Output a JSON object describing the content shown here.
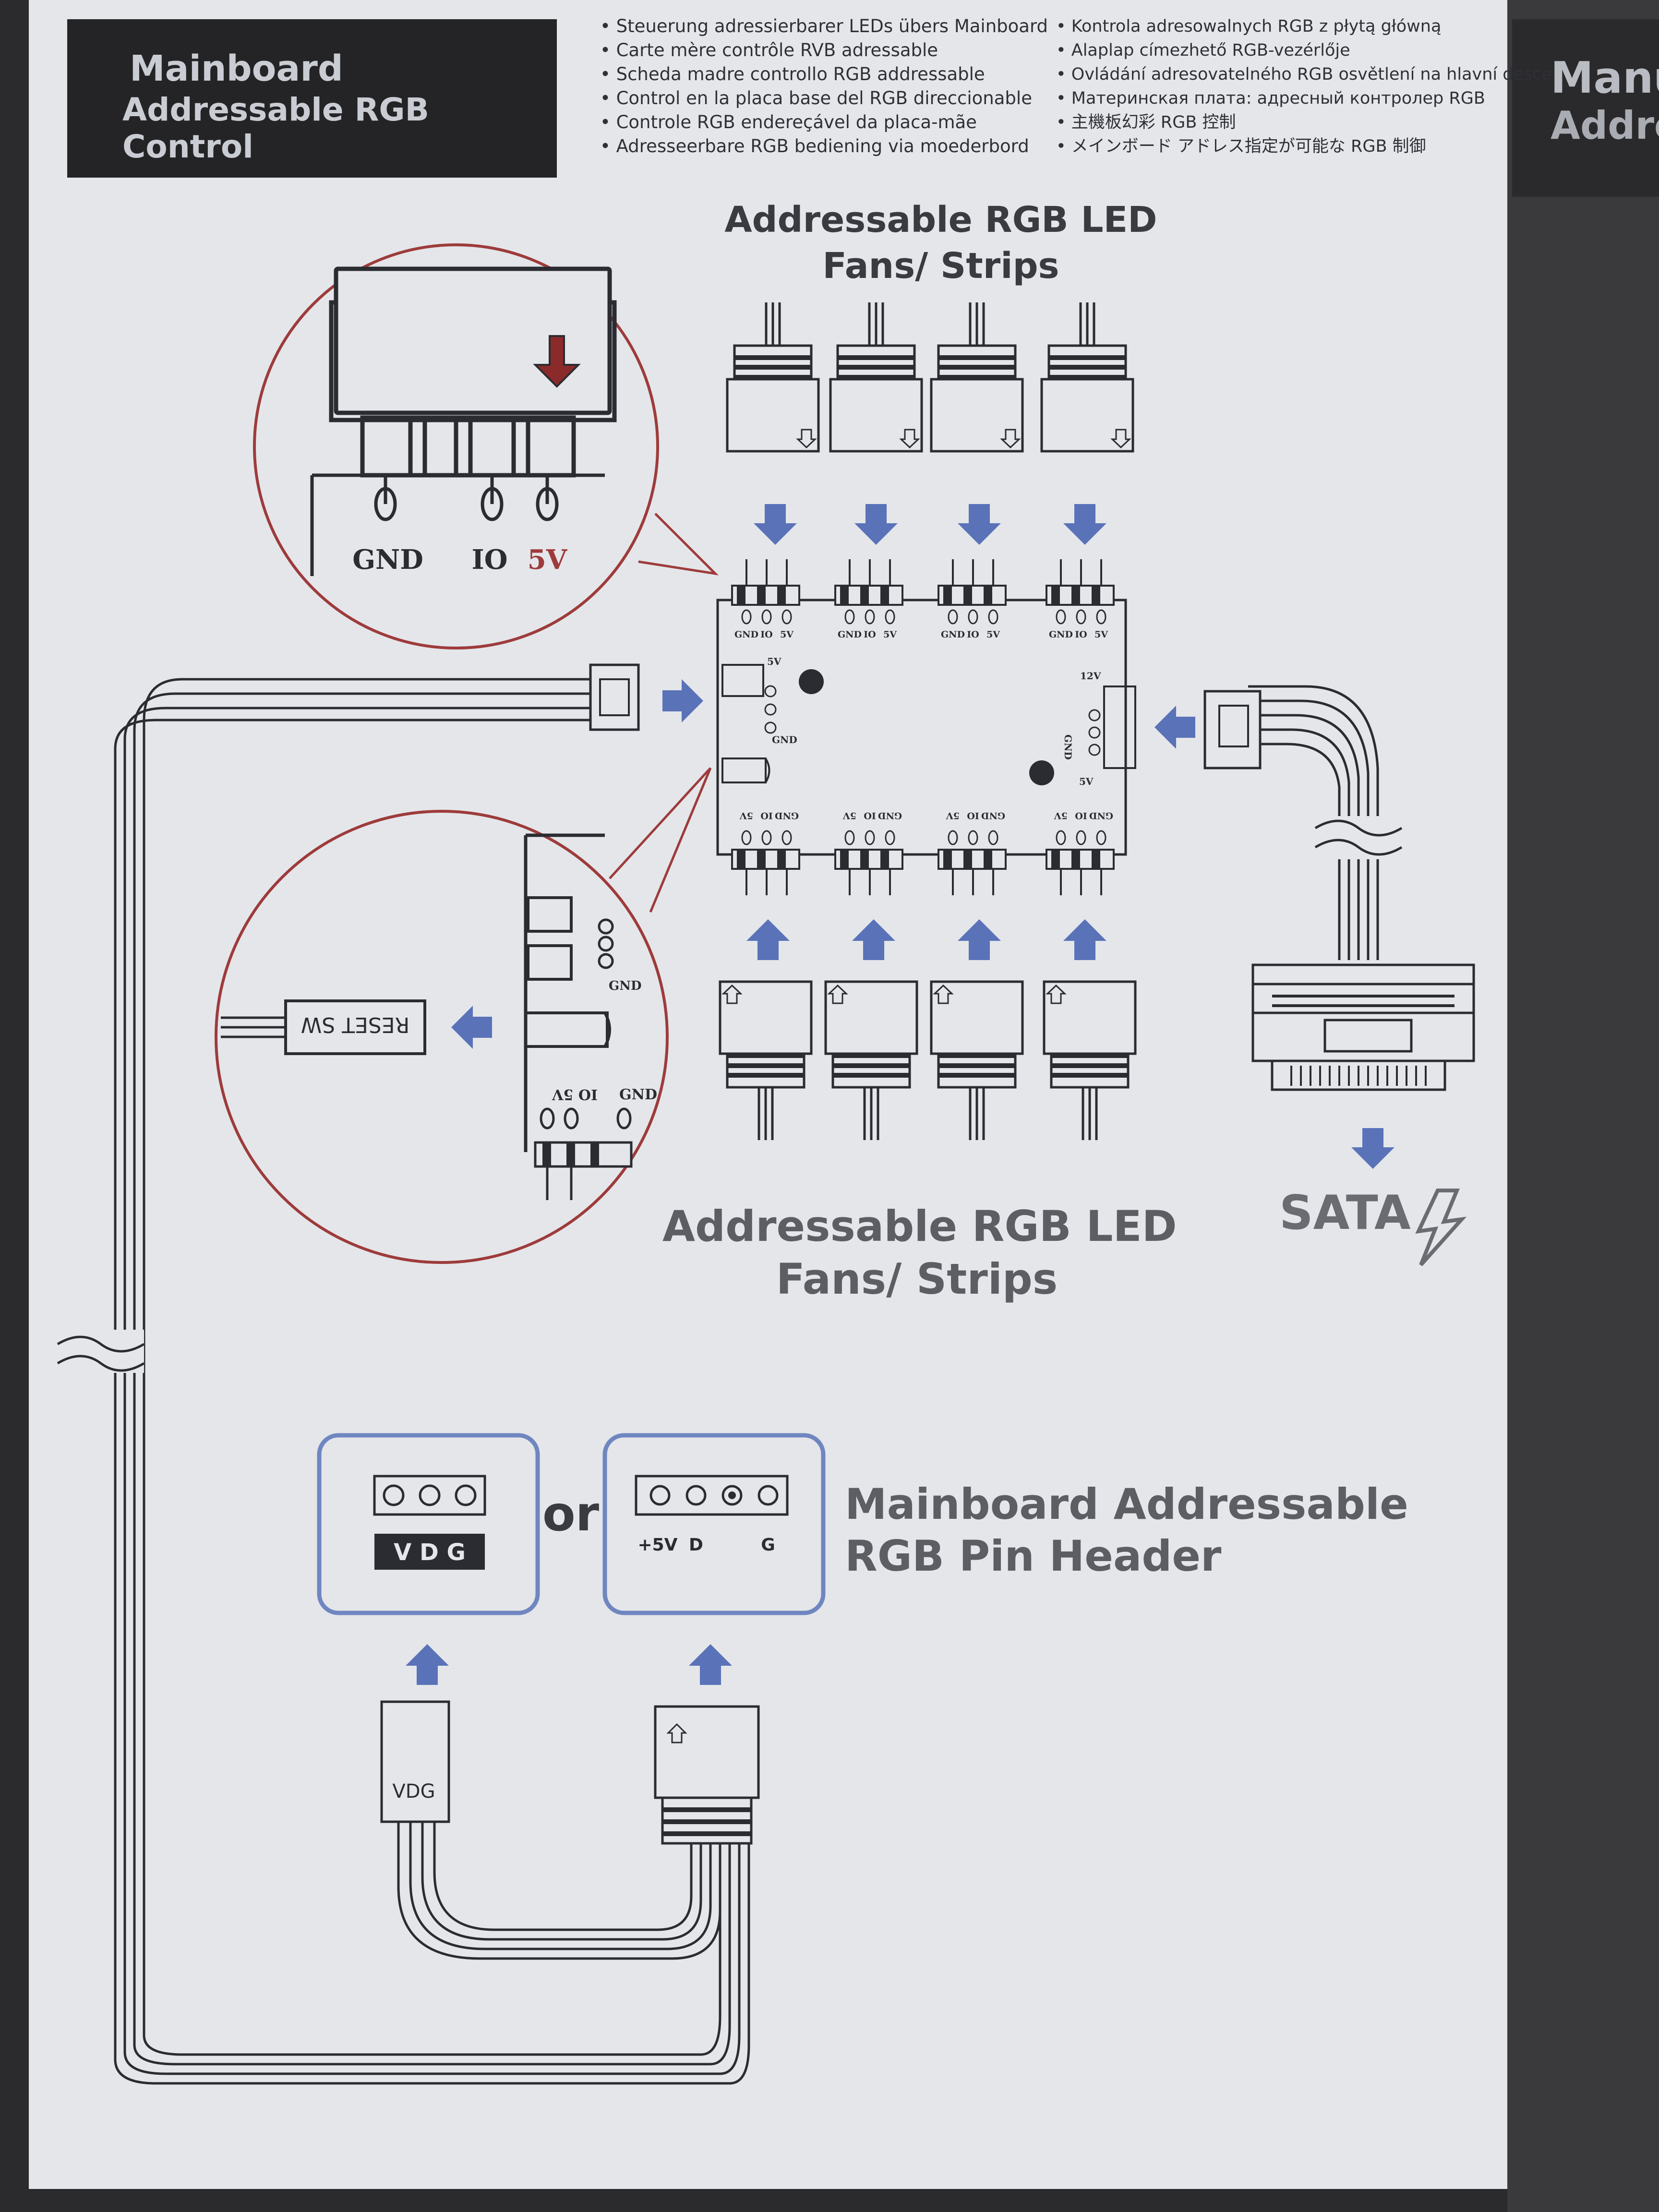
{
  "header": {
    "title_line1": "Mainboard",
    "title_line2": "Addressable RGB Control",
    "languages_left": [
      "• Steuerung adressierbarer LEDs übers Mainboard",
      "• Carte mère contrôle RVB adressable",
      "• Scheda madre controllo RGB addressable",
      "• Control en la placa base del RGB direccionable",
      "• Controle RGB endereçável da placa-mãe",
      "• Adresseerbare RGB bediening via moederbord"
    ],
    "languages_right": [
      "• Kontrola adresowalnych RGB z płytą główną",
      "• Alaplap címezhető RGB-vezérlője",
      "• Ovládání adresovatelného RGB osvětlení na hlavní desce",
      "• Материнская плата: адресный контролер RGB",
      "• 主機板幻彩 RGB 控制",
      "• メインボード アドレス指定が可能な RGB 制御"
    ]
  },
  "right_page": {
    "title_line1": "Manu",
    "title_line2": "Addres"
  },
  "labels": {
    "top_title_line1": "Addressable RGB LED",
    "top_title_line2": "Fans/ Strips",
    "bottom_title_line1": "Addressable RGB LED",
    "bottom_title_line2": "Fans/ Strips",
    "sata": "SATA",
    "or": "or",
    "mainboard_header_line1": "Mainboard Addressable",
    "mainboard_header_line2": "RGB Pin Header",
    "zoom_gnd": "GND",
    "zoom_io": "IO",
    "zoom_5v": "5V",
    "reset_sw": "RESET SW",
    "pin_gnd": "GND",
    "pin_io": "IO",
    "pin_5v": "5V",
    "hub_5v": "5V",
    "hub_12v": "12V",
    "hub_gnd": "GND",
    "vdg": "V D G",
    "vdg_cable": "VDG",
    "plus5v": "+5V",
    "d": "D",
    "g": "G"
  },
  "colors": {
    "arrow_blue": "#5a72b8",
    "zoom_red": "#9e3b3b",
    "header_blue": "#6f86c0",
    "paper": "#e4e6ea",
    "ink": "#2b2c31"
  }
}
